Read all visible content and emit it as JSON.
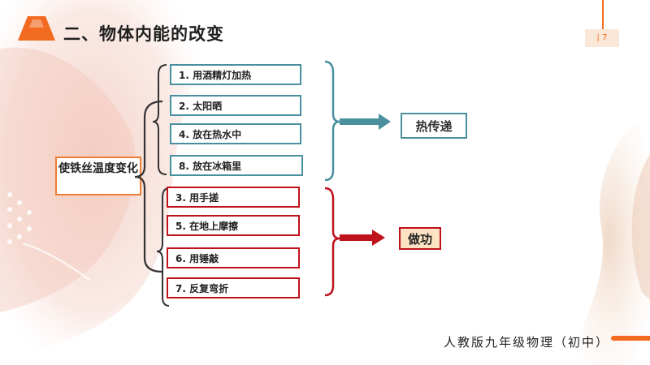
{
  "slide": {
    "title": "二、物体内能的改变",
    "page_number": "| 7",
    "footer": "人教版九年级物理（初中）"
  },
  "subject": "使铁丝温度变化",
  "methods_heat_transfer": [
    {
      "label": "1.  用酒精灯加热"
    },
    {
      "label": "2.  太阳晒"
    },
    {
      "label": "4.  放在热水中"
    },
    {
      "label": "8.  放在冰箱里"
    }
  ],
  "methods_work": [
    {
      "label": "3.  用手搓"
    },
    {
      "label": "5.  在地上摩擦"
    },
    {
      "label": "6.  用锤敲"
    },
    {
      "label": "7.  反复弯折"
    }
  ],
  "results": {
    "heat_transfer": "热传递",
    "work": "做功"
  },
  "colors": {
    "accent": "#f26b21",
    "teal": "#4a8f9e",
    "red": "#c0121b",
    "work_fill": "#fde3c3"
  }
}
